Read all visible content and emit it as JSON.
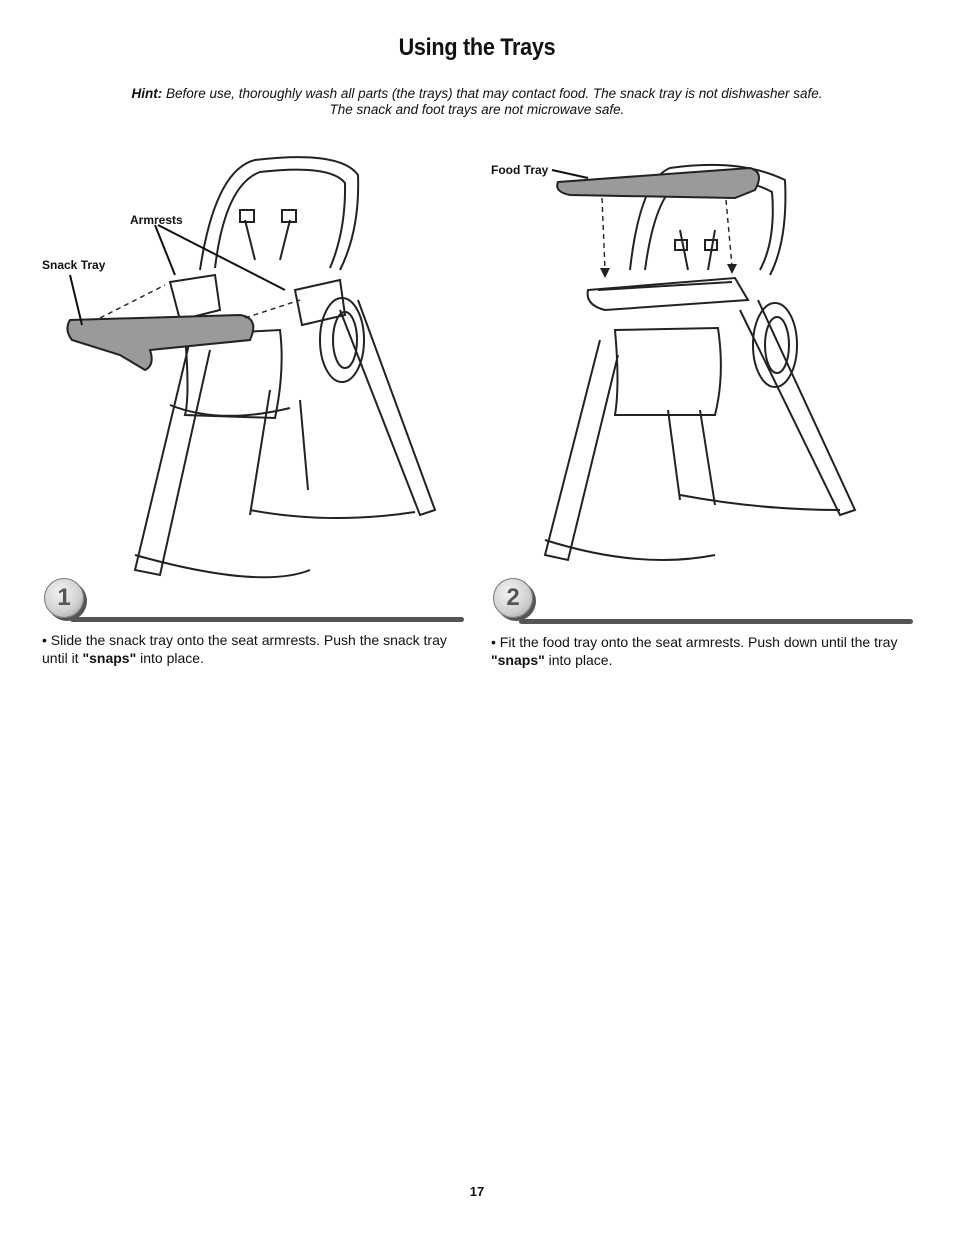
{
  "page": {
    "title": "Using the Trays",
    "hint_label": "Hint:",
    "hint_line1": "Before use, thoroughly wash all parts (the trays) that may contact food. The snack tray is not dishwasher safe.",
    "hint_line2": "The snack and foot trays are not microwave safe.",
    "page_number": "17"
  },
  "step1": {
    "number": "1",
    "labels": {
      "armrests": "Armrests",
      "snack_tray": "Snack Tray"
    },
    "text_pre": "Slide the snack tray onto the seat armrests. Push the snack tray until it ",
    "text_bold": "\"snaps\"",
    "text_post": " into place."
  },
  "step2": {
    "number": "2",
    "labels": {
      "food_tray": "Food Tray"
    },
    "text_pre": "Fit the food tray onto the seat armrests. Push down until the tray ",
    "text_bold": "\"snaps\"",
    "text_post": " into place."
  }
}
